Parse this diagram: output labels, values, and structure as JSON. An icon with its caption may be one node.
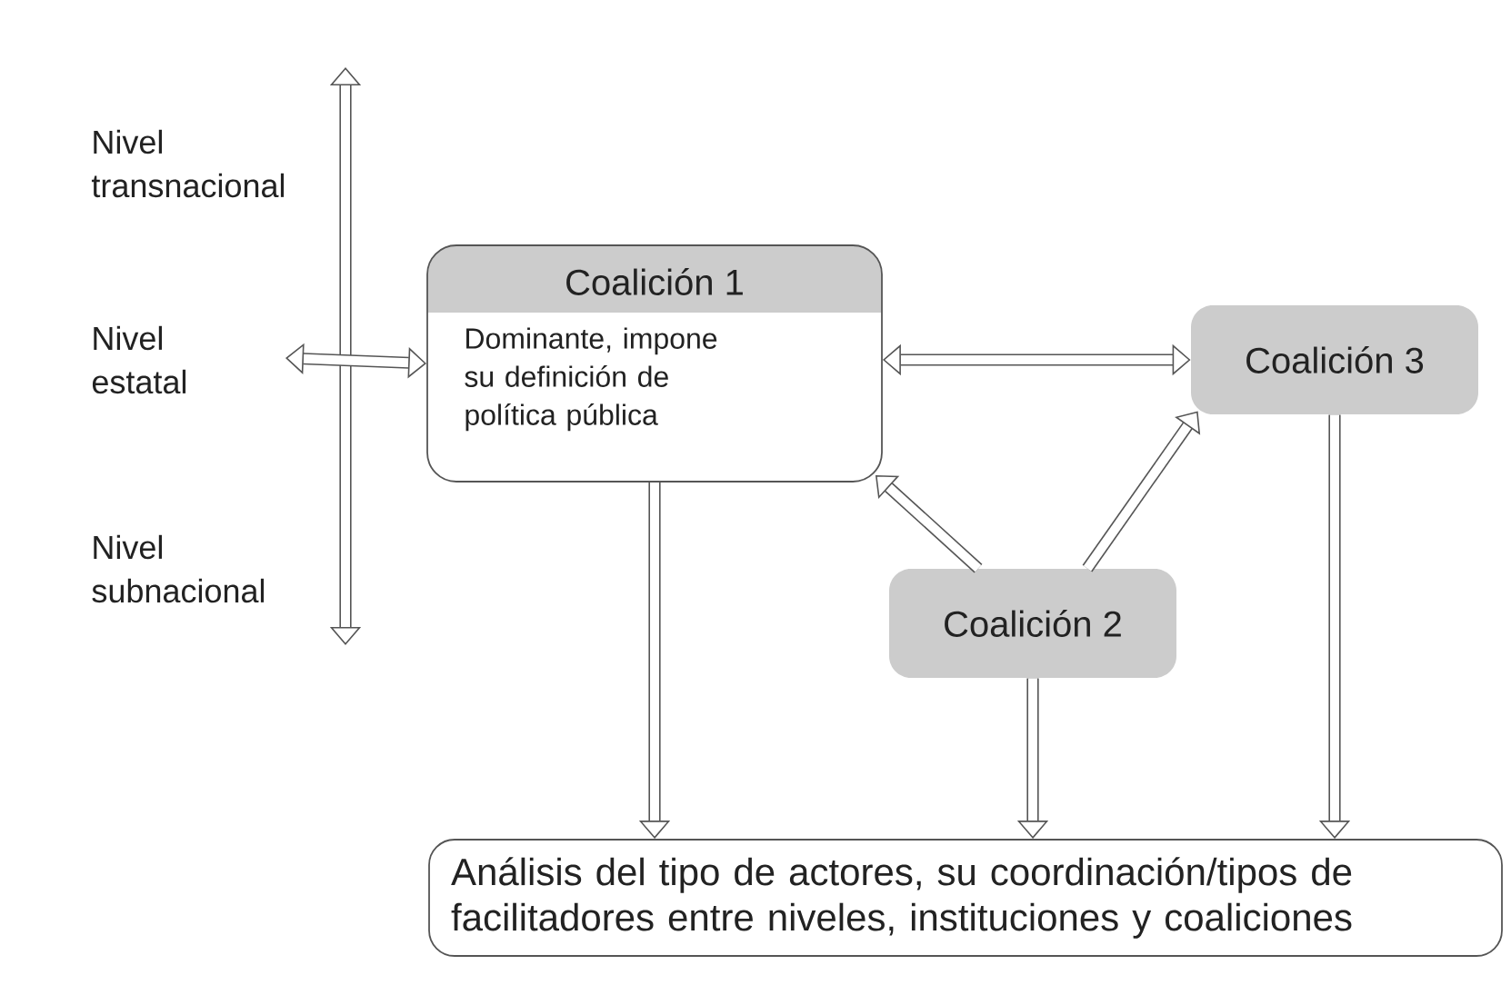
{
  "diagram": {
    "nodes": [
      {
        "text": [
          "Coalición 1",
          "Dominante, impone su definición de política pública"
        ]
      },
      {
        "text": [
          "Coalición 3"
        ]
      },
      {
        "text": [
          "Coalición 2"
        ]
      },
      {
        "text": [
          "Análisis del tipo de actores, su coordinación/tipos de facilitadores entre niveles, instituciones y coaliciones"
        ]
      }
    ],
    "edges": [
      {
        "from": null,
        "to": 0,
        "arrow": "both"
      },
      {
        "from": 0,
        "to": 1,
        "arrow": "both"
      },
      {
        "from": 2,
        "to": 0,
        "arrow": "to"
      },
      {
        "from": 2,
        "to": 1,
        "arrow": "to"
      },
      {
        "from": 0,
        "to": 3,
        "arrow": "to"
      },
      {
        "from": 2,
        "to": 3,
        "arrow": "to"
      },
      {
        "from": 1,
        "to": 3,
        "arrow": "to"
      }
    ],
    "labels": [
      "Nivel transnacional",
      "Nivel estatal",
      "Nivel subnacional"
    ]
  }
}
